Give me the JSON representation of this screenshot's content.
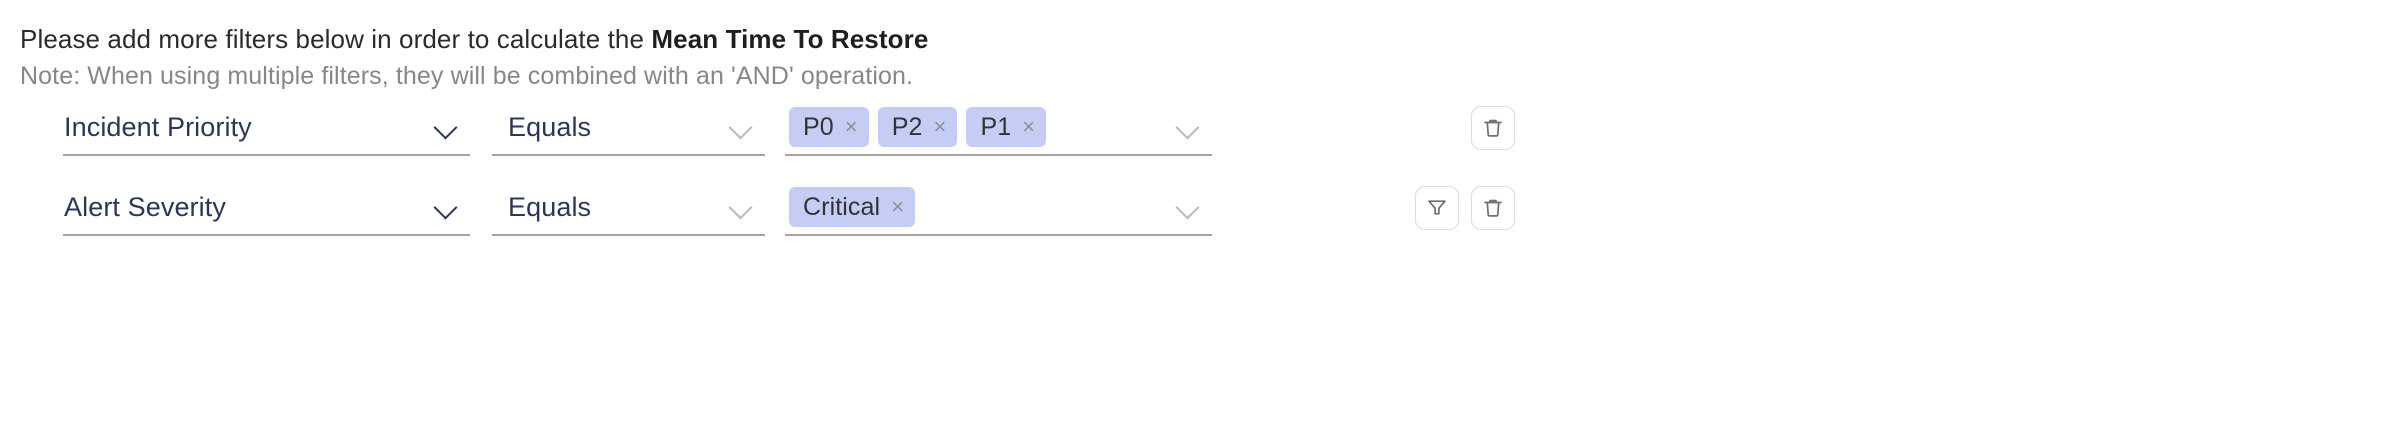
{
  "header": {
    "prompt_prefix": "Please add more filters below in order to calculate the ",
    "prompt_metric": "Mean Time To Restore",
    "note": "Note: When using multiple filters, they will be combined with an 'AND' operation."
  },
  "colors": {
    "chip_background": "#c5cdf5",
    "field_text": "#2a3758",
    "note_text": "#878787",
    "underline": "#a3a3a3",
    "icon_stroke": "#6f6f6f"
  },
  "filter_rows": [
    {
      "field": {
        "value": "Incident Priority",
        "chevron": "chevron-down-icon"
      },
      "operator": {
        "value": "Equals",
        "chevron": "chevron-down-icon"
      },
      "values": {
        "chips": [
          {
            "label": "P0",
            "remove": "×"
          },
          {
            "label": "P2",
            "remove": "×"
          },
          {
            "label": "P1",
            "remove": "×"
          }
        ],
        "chevron": "chevron-down-icon"
      },
      "actions": [
        {
          "name": "delete-filter-button",
          "icon": "trash-icon"
        }
      ]
    },
    {
      "field": {
        "value": "Alert Severity",
        "chevron": "chevron-down-icon"
      },
      "operator": {
        "value": "Equals",
        "chevron": "chevron-down-icon"
      },
      "values": {
        "chips": [
          {
            "label": "Critical",
            "remove": "×"
          }
        ],
        "chevron": "chevron-down-icon"
      },
      "actions": [
        {
          "name": "add-filter-button",
          "icon": "funnel-icon"
        },
        {
          "name": "delete-filter-button",
          "icon": "trash-icon"
        }
      ]
    }
  ]
}
